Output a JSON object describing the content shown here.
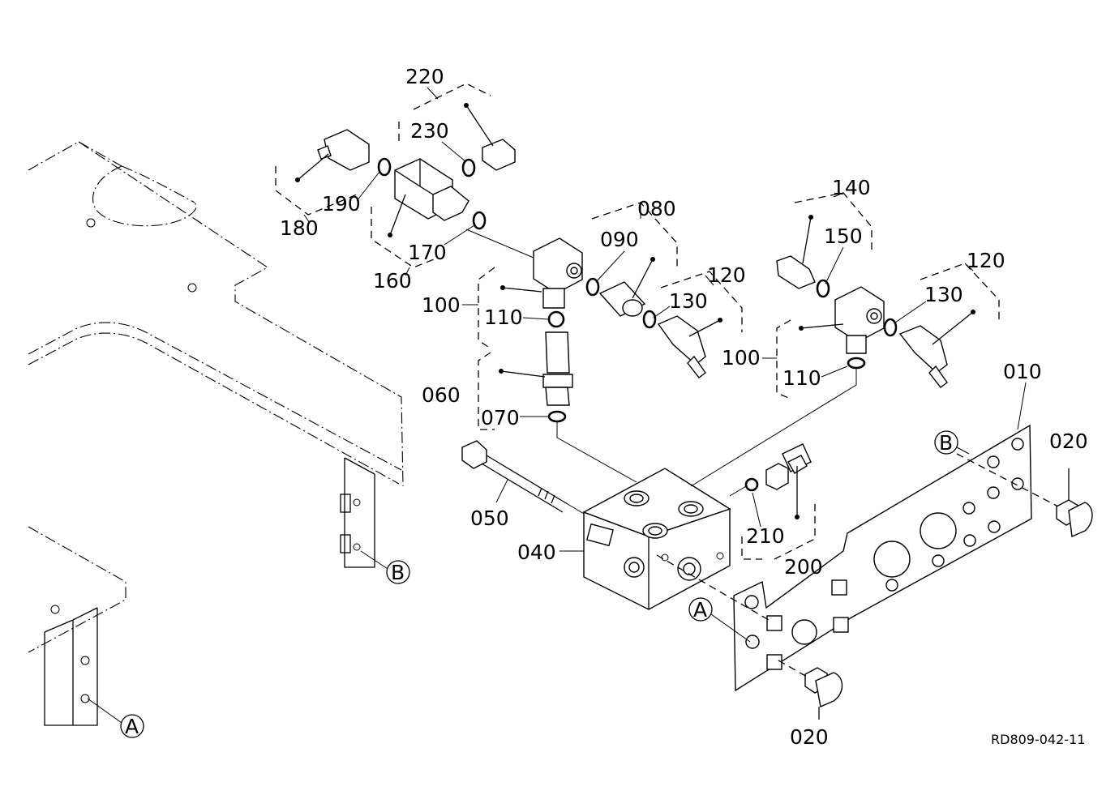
{
  "diagram": {
    "reference_code": "RD809-042-11",
    "part_numbers": [
      "010",
      "020",
      "040",
      "050",
      "060",
      "070",
      "080",
      "090",
      "100",
      "110",
      "120",
      "130",
      "140",
      "150",
      "160",
      "170",
      "180",
      "190",
      "200",
      "210",
      "220",
      "230"
    ],
    "callouts": [
      "A",
      "B"
    ]
  },
  "labels": {
    "p220": "220",
    "p230": "230",
    "p190": "190",
    "p180": "180",
    "p170": "170",
    "p160": "160",
    "p080": "080",
    "p090": "090",
    "p120a": "120",
    "p130a": "130",
    "p100a": "100",
    "p110a": "110",
    "p060": "060",
    "p070": "070",
    "p140": "140",
    "p150": "150",
    "p120b": "120",
    "p130b": "130",
    "p100b": "100",
    "p110b": "110",
    "p010": "010",
    "p020a": "020",
    "p020b": "020",
    "p050": "050",
    "p040": "040",
    "p210": "210",
    "p200": "200"
  },
  "callouts": {
    "a1": "A",
    "a2": "A",
    "b1": "B",
    "b2": "B"
  }
}
